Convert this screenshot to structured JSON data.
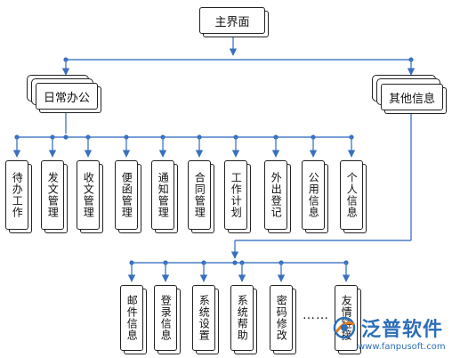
{
  "root": {
    "label": "主界面"
  },
  "branches": [
    {
      "label": "日常办公"
    },
    {
      "label": "其他信息"
    }
  ],
  "daily_items": [
    {
      "label": "待办工作"
    },
    {
      "label": "发文管理"
    },
    {
      "label": "收文管理"
    },
    {
      "label": "便函管理"
    },
    {
      "label": "通知管理"
    },
    {
      "label": "合同管理"
    },
    {
      "label": "工作计划"
    },
    {
      "label": "外出登记"
    },
    {
      "label": "公用信息"
    },
    {
      "label": "个人信息"
    }
  ],
  "other_items": [
    {
      "label": "邮件信息"
    },
    {
      "label": "登录信息"
    },
    {
      "label": "系统设置"
    },
    {
      "label": "系统帮助"
    },
    {
      "label": "密码修改"
    },
    {
      "label": "友情链接"
    }
  ],
  "ellipsis": "……",
  "watermark": {
    "brand": "泛普软件",
    "url": "www.fanpusoft.com"
  },
  "colors": {
    "line": "#4a7fc8",
    "dot": "#3a6fc0",
    "box_border": "#222222",
    "brand": "#2e6fb8"
  }
}
